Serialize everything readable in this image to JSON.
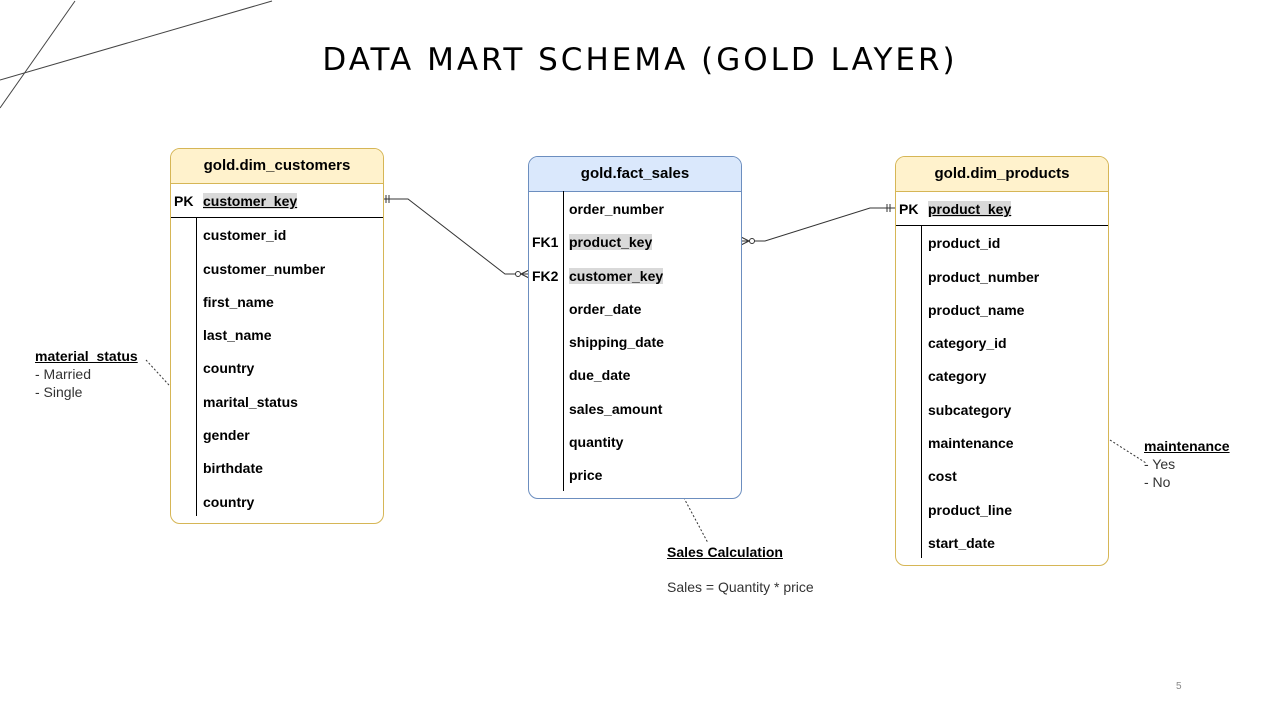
{
  "slide": {
    "title": "DATA MART SCHEMA (GOLD LAYER)",
    "page_number": "5"
  },
  "colors": {
    "dim_header_fill": "#fff2cc",
    "dim_border": "#d6b656",
    "fact_header_fill": "#dae8fc",
    "fact_border": "#6c8ebf",
    "key_highlight": "#d9d9d9"
  },
  "tables": {
    "dim_customers": {
      "name": "gold.dim_customers",
      "rows": [
        {
          "key": "PK",
          "field": "customer_key"
        },
        {
          "key": "",
          "field": "customer_id"
        },
        {
          "key": "",
          "field": "customer_number"
        },
        {
          "key": "",
          "field": "first_name"
        },
        {
          "key": "",
          "field": "last_name"
        },
        {
          "key": "",
          "field": "country"
        },
        {
          "key": "",
          "field": "marital_status"
        },
        {
          "key": "",
          "field": "gender"
        },
        {
          "key": "",
          "field": "birthdate"
        },
        {
          "key": "",
          "field": "country"
        }
      ]
    },
    "fact_sales": {
      "name": "gold.fact_sales",
      "rows": [
        {
          "key": "",
          "field": "order_number"
        },
        {
          "key": "FK1",
          "field": "product_key"
        },
        {
          "key": "FK2",
          "field": "customer_key"
        },
        {
          "key": "",
          "field": "order_date"
        },
        {
          "key": "",
          "field": "shipping_date"
        },
        {
          "key": "",
          "field": "due_date"
        },
        {
          "key": "",
          "field": "sales_amount"
        },
        {
          "key": "",
          "field": "quantity"
        },
        {
          "key": "",
          "field": "price"
        }
      ]
    },
    "dim_products": {
      "name": "gold.dim_products",
      "rows": [
        {
          "key": "PK",
          "field": "product_key"
        },
        {
          "key": "",
          "field": "product_id"
        },
        {
          "key": "",
          "field": "product_number"
        },
        {
          "key": "",
          "field": "product_name"
        },
        {
          "key": "",
          "field": "category_id"
        },
        {
          "key": "",
          "field": "category"
        },
        {
          "key": "",
          "field": "subcategory"
        },
        {
          "key": "",
          "field": "maintenance"
        },
        {
          "key": "",
          "field": "cost"
        },
        {
          "key": "",
          "field": "product_line"
        },
        {
          "key": "",
          "field": "start_date"
        }
      ]
    }
  },
  "notes": {
    "marital": {
      "title": "material_status",
      "lines": [
        "- Married",
        "- Single"
      ]
    },
    "maintenance": {
      "title": "maintenance",
      "lines": [
        "- Yes",
        "-  No"
      ]
    },
    "sales": {
      "title": "Sales Calculation",
      "formula": "Sales = Quantity * price"
    }
  }
}
